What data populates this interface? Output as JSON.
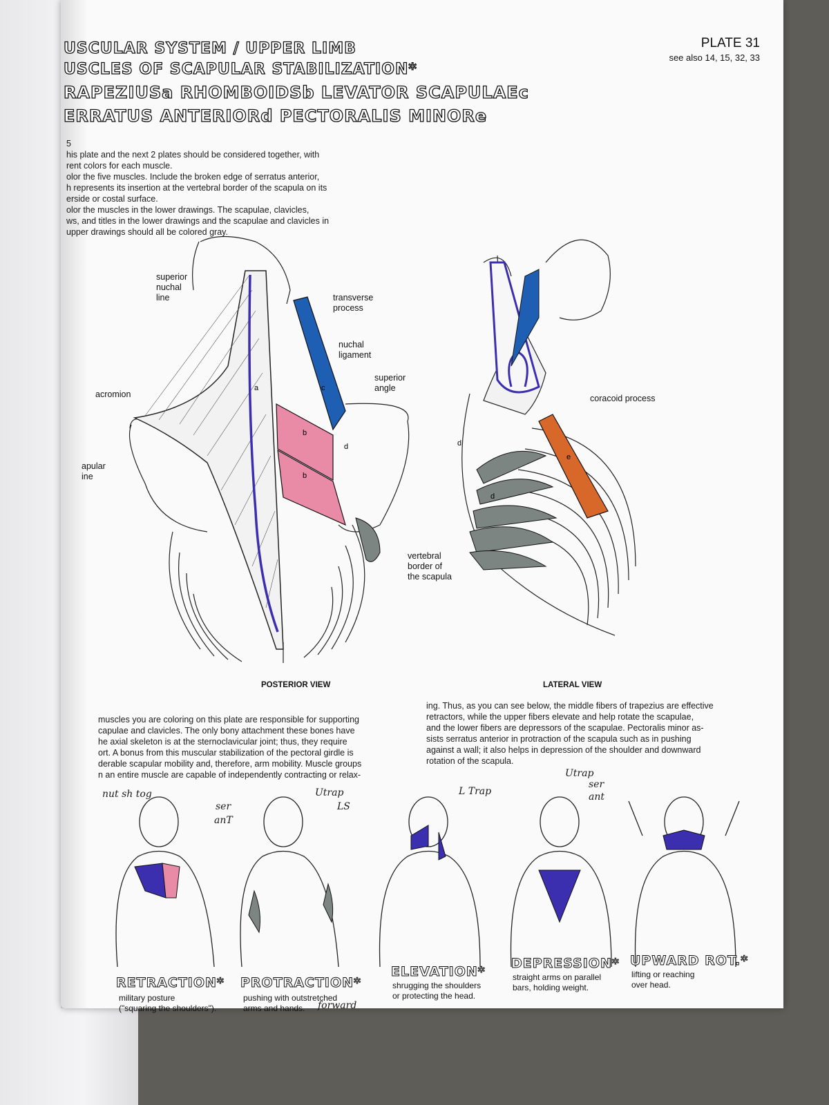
{
  "header": {
    "title_lines": [
      "USCULAR SYSTEM / UPPER LIMB",
      "USCLES OF SCAPULAR STABILIZATION*",
      "RAPEZIUSa RHOMBOIDSb LEVATOR SCAPULAEc",
      "ERRATUS ANTERIORd PECTORALIS MINORe"
    ],
    "plate": "PLATE 31",
    "see_also": "see also 14, 15, 32, 33"
  },
  "intro_lines": [
    "5",
    "his plate and the next 2 plates should be considered together, with",
    "rent colors for each muscle.",
    "olor the five muscles. Include the broken edge of serratus anterior,",
    "h represents its insertion at the vertebral border of the scapula on its",
    "erside or costal surface.",
    "olor the muscles in the lower drawings. The scapulae, clavicles,",
    "ws, and titles in the lower drawings and the scapulae and clavicles in",
    "upper drawings should all be colored gray."
  ],
  "labels": {
    "superior_nuchal_line": [
      "superior",
      "nuchal",
      "line"
    ],
    "transverse_process": [
      "transverse",
      "process"
    ],
    "nuchal_ligament": [
      "nuchal",
      "ligament"
    ],
    "superior_angle": [
      "superior",
      "angle"
    ],
    "acromion": "acromion",
    "scapular_spine": [
      "apular",
      "ine"
    ],
    "vertebral_border": [
      "vertebral",
      "border of",
      "the scapula"
    ],
    "coracoid_process": "coracoid process",
    "posterior_view": "POSTERIOR VIEW",
    "lateral_view": "LATERAL VIEW",
    "muscle_letters": [
      "a",
      "b",
      "b",
      "c",
      "d",
      "d",
      "d",
      "e"
    ]
  },
  "body_left_lines": [
    "muscles you are coloring on this plate are responsible for supporting",
    "capulae and clavicles. The only bony attachment these bones have",
    "he axial skeleton is at the sternoclavicular joint; thus, they require",
    "ort. A bonus from this muscular stabilization of the pectoral girdle is",
    "derable scapular mobility and, therefore, arm mobility. Muscle groups",
    "n an entire muscle are capable of independently contracting or relax-"
  ],
  "body_right_lines": [
    "ing. Thus, as you can see below, the middle fibers of trapezius are effective",
    "retractors, while the upper fibers elevate and help rotate the scapulae,",
    "and the lower fibers are depressors of the scapulae. Pectoralis minor as-",
    "sists serratus anterior in protraction of the scapula such as in pushing",
    "against a wall; it also helps in depression of the shoulder and downward",
    "rotation of the scapula."
  ],
  "figures": [
    {
      "title": "RETRACTION*",
      "caption": [
        "military posture",
        "(\"squaring the shoulders\")."
      ]
    },
    {
      "title": "PROTRACTION*",
      "caption": [
        "pushing with outstretched",
        "arms and hands."
      ]
    },
    {
      "title": "ELEVATION*",
      "caption": [
        "shrugging the shoulders",
        "or protecting the head."
      ]
    },
    {
      "title": "DEPRESSION*",
      "caption": [
        "straight arms on parallel",
        "bars, holding weight."
      ]
    },
    {
      "title": "UPWARD ROT.*",
      "caption": [
        "lifting or reaching",
        "over head."
      ]
    }
  ],
  "handwriting": {
    "retraction": "nut sh tog",
    "protraction": [
      "ser",
      "anT"
    ],
    "elevation": [
      "Utrap",
      "LS"
    ],
    "elevation_right": "L Trap",
    "depression": [
      "Utrap",
      "ser",
      "ant"
    ],
    "forward": "forward"
  },
  "colors": {
    "trapezius": "#3b2fb0",
    "rhomboids": "#e98aa6",
    "levator": "#1e5fb4",
    "serratus": "#7c8582",
    "pec_minor": "#d8682a"
  }
}
